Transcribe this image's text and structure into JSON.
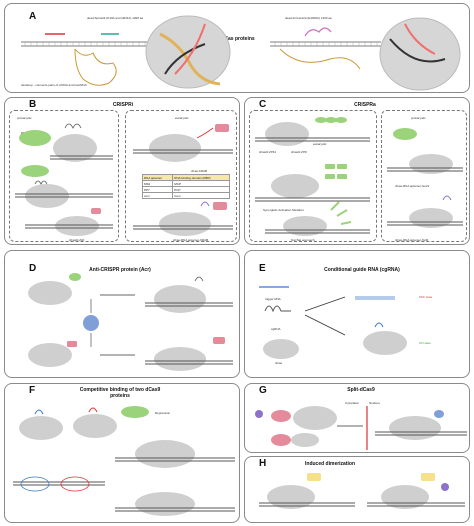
{
  "colors": {
    "dna": "#555555",
    "cas": "#cfcfcf",
    "green": "#9bd37a",
    "pink": "#e58a9a",
    "red": "#d93a3a",
    "blue": "#3a78c9",
    "gold": "#e0b35a",
    "purple": "#8d72c9"
  },
  "panelA": {
    "label": "A",
    "title": "dCas proteins",
    "spcas9": "dead-SpCas9 (D10A and H841A) 1368 aa",
    "fncas12": "dead-FnCas12a (E1006A) 1300 aa",
    "tetraloop": "tetraloop - connects parts of crRNA and tracrRNA"
  },
  "panelB": {
    "label": "B",
    "title": "CRISPRi",
    "prokaryotic": "prokaryotic",
    "eukaryotic": "eukaryotic",
    "promoter": "promoter",
    "krab": "dCas-KRAB",
    "dcas9_vmrl": "dCas9-vMrl",
    "aptamer": "dCas-RNA aptamer-KRAB",
    "rnapol": "RNA-Pol",
    "table_rows": [
      [
        "RNA aptamer",
        "RNA binding domain (RBP)"
      ],
      [
        "MS2",
        "MCP"
      ],
      [
        "PP7",
        "PCP"
      ],
      [
        "com",
        "Com"
      ]
    ]
  },
  "panelC": {
    "label": "C",
    "title": "CRISPRa",
    "eukaryotic": "eukaryotic",
    "prokaryotic": "prokaryotic",
    "vp64": "dCas9-VP64",
    "vpr": "dCas9-VPR",
    "sam": "Synergistic Activation Mediator",
    "suntag": "SunTag approach",
    "soxs": "dCas-RNA aptamer-SoxS",
    "tetr": "dCas-RNA aptamer-TetR"
  },
  "panelD": {
    "label": "D",
    "title": "Anti-CRISPR protein (Acr)",
    "acr": "Acr"
  },
  "panelE": {
    "label": "E",
    "title": "Conditional guide RNA (cgRNA)",
    "trigger": "trigger RNA",
    "cgrna": "cgRNA",
    "off": "OFF state",
    "on": "ON state",
    "dcas": "dCas"
  },
  "panelF": {
    "label": "F",
    "title": "Competitive binding of two dCas9 proteins",
    "repression": "Repression",
    "derepression": "Derepression"
  },
  "panelG": {
    "label": "G",
    "title": "Split-dCas9",
    "cytoplasm": "Cytoplasm",
    "nucleus": "Nucleus",
    "hsp90": "HSP90"
  },
  "panelH": {
    "label": "H",
    "title": "Induced dimerization"
  }
}
